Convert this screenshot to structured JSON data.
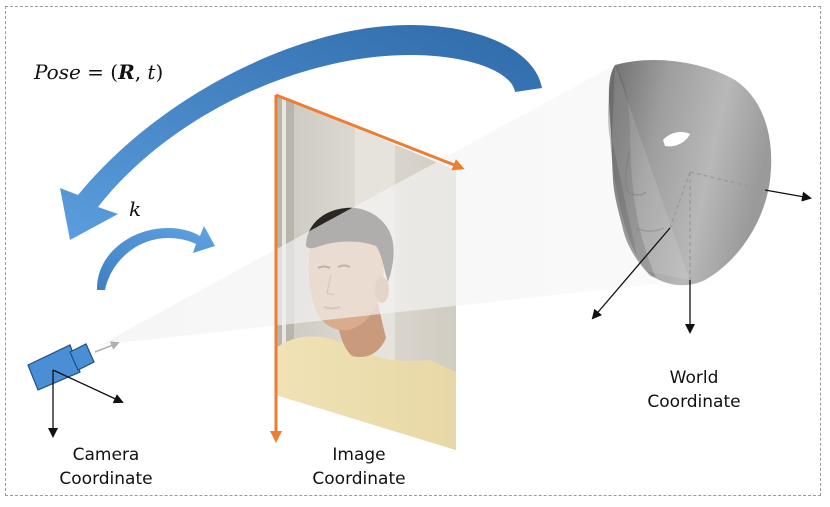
{
  "labels": {
    "pose": {
      "prefix": "Pose",
      "equals": " = (",
      "R": "R",
      "sep": ", ",
      "t": "t",
      "close": ")"
    },
    "k": "k",
    "world": [
      "World",
      "Coordinate"
    ],
    "image": [
      "Image",
      "Coordinate"
    ],
    "camera": [
      "Camera",
      "Coordinate"
    ]
  },
  "colors": {
    "pose_arrow": "#4a86c6",
    "camera_body": "#4a8fd6",
    "image_axes": "#ee7d31",
    "face_mesh": "#8a8a8a",
    "axis_arrows": "#111111"
  },
  "icons": {
    "camera": "camera-icon",
    "face": "face-mesh-icon",
    "photo": "person-photo"
  }
}
